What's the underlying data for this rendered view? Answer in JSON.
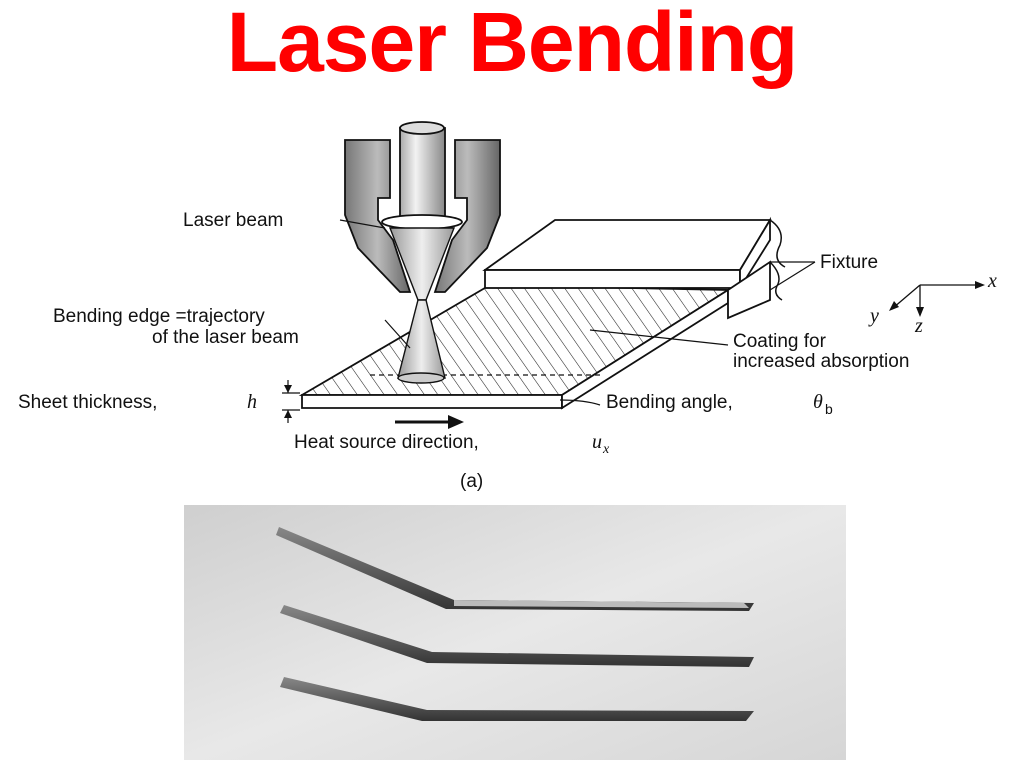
{
  "title": "Laser Bending",
  "title_color": "#ff0000",
  "diagram": {
    "labels": {
      "laser_beam": "Laser beam",
      "bending_edge_line1": "Bending edge =trajectory",
      "bending_edge_line2": "of the laser beam",
      "sheet_thickness": "Sheet thickness,",
      "sheet_thickness_symbol": "h",
      "heat_source": "Heat source direction,",
      "heat_source_symbol": "u",
      "heat_source_subscript": "x",
      "fixture": "Fixture",
      "coating_line1": "Coating for",
      "coating_line2": "increased absorption",
      "bending_angle": "Bending angle,",
      "bending_angle_symbol": "θ",
      "bending_angle_subscript": "b",
      "axis_x": "x",
      "axis_y": "y",
      "axis_z": "z",
      "caption": "(a)"
    }
  }
}
